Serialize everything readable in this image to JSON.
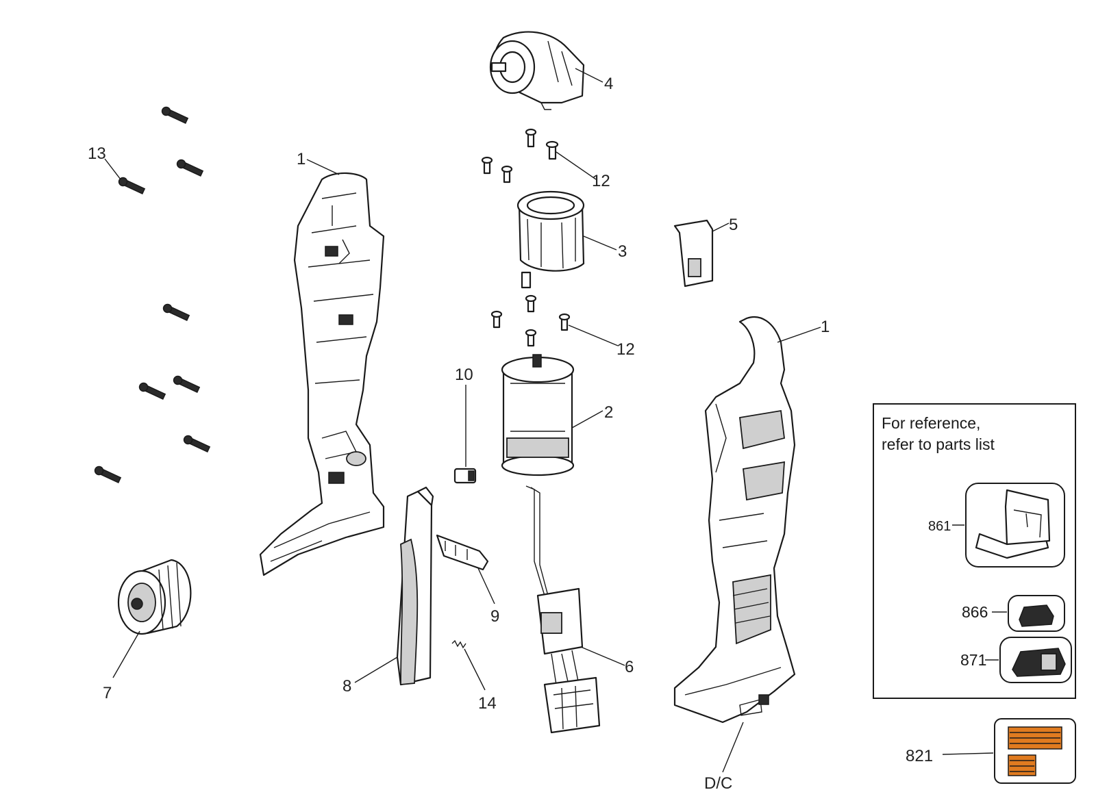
{
  "callouts": {
    "housing_left": "1",
    "housing_right": "1",
    "motor": "2",
    "motor_mount": "3",
    "gearbox": "4",
    "clip": "5",
    "switch": "6",
    "chuck": "7",
    "handle_cover": "8",
    "trigger": "9",
    "button": "10",
    "screws_upper": "12",
    "screws_lower": "12",
    "housing_screws": "13",
    "spring": "14",
    "label": "821",
    "dc": "D/C"
  },
  "reference_box": {
    "line1": "For reference,",
    "line2": "refer to parts list",
    "kit_box": "861",
    "battery": "866",
    "charger": "871"
  },
  "colors": {
    "label_accent": "#e07b20",
    "line": "#1a1a1a"
  }
}
